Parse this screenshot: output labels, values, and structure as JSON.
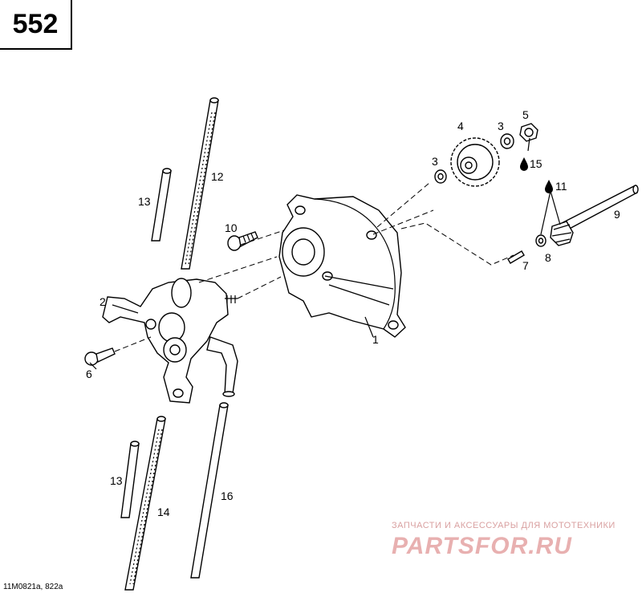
{
  "page_number": "552",
  "figure_ref": "11M0821a, 822a",
  "watermark": {
    "tagline": "ЗАПЧАСТИ И АКСЕССУАРЫ ДЛЯ МОТОТЕХНИКИ",
    "logo": "PARTSFOR.RU"
  },
  "callouts": {
    "c1": "1",
    "c2": "2",
    "c3a": "3",
    "c3b": "3",
    "c4": "4",
    "c5": "5",
    "c6": "6",
    "c7": "7",
    "c8": "8",
    "c9": "9",
    "c10": "10",
    "c11": "11",
    "c12": "12",
    "c13a": "13",
    "c13b": "13",
    "c14": "14",
    "c15": "15",
    "c16": "16"
  },
  "icons": {
    "lubricant": "oil-drop-icon"
  }
}
